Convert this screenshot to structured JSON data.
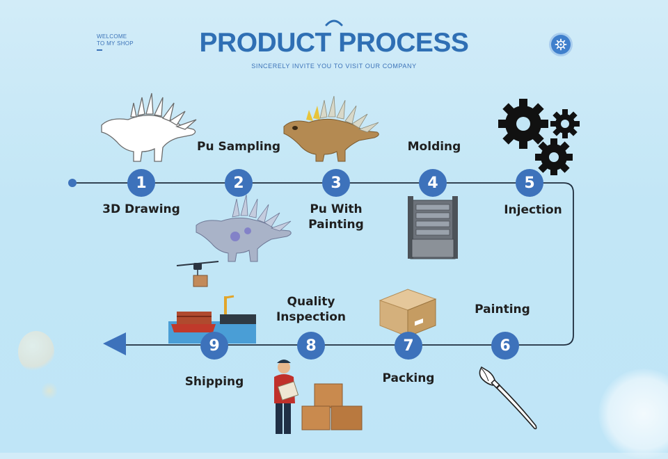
{
  "header": {
    "welcome_line1": "WELCOME",
    "welcome_line2": "TO MY SHOP",
    "title": "PRODUCT PROCESS",
    "subtitle": "SINCERELY INVITE YOU TO VISIT OUR COMPANY"
  },
  "icons": {
    "corner": "gear-badge-icon",
    "step1": "dinosaur-outline-icon",
    "step2": "dinosaur-sample-icon",
    "step3": "painted-dinosaur-icon",
    "step4": "mold-machine-icon",
    "step5": "gears-icon",
    "step6": "paintbrush-icon",
    "step7": "cardboard-box-icon",
    "step8": "inspector-with-boxes-icon",
    "step9": "cargo-ship-drone-icon"
  },
  "colors": {
    "accent": "#3d72bb",
    "title": "#2f6fb4",
    "line": "#1f2d3d"
  },
  "steps": [
    {
      "number": "1",
      "label": "3D Drawing"
    },
    {
      "number": "2",
      "label": "Pu Sampling"
    },
    {
      "number": "3",
      "label_line1": "Pu With",
      "label_line2": "Painting"
    },
    {
      "number": "4",
      "label": "Molding"
    },
    {
      "number": "5",
      "label": "Injection"
    },
    {
      "number": "6",
      "label": "Painting"
    },
    {
      "number": "7",
      "label": "Packing"
    },
    {
      "number": "8",
      "label_line1": "Quality",
      "label_line2": "Inspection"
    },
    {
      "number": "9",
      "label": "Shipping"
    }
  ]
}
